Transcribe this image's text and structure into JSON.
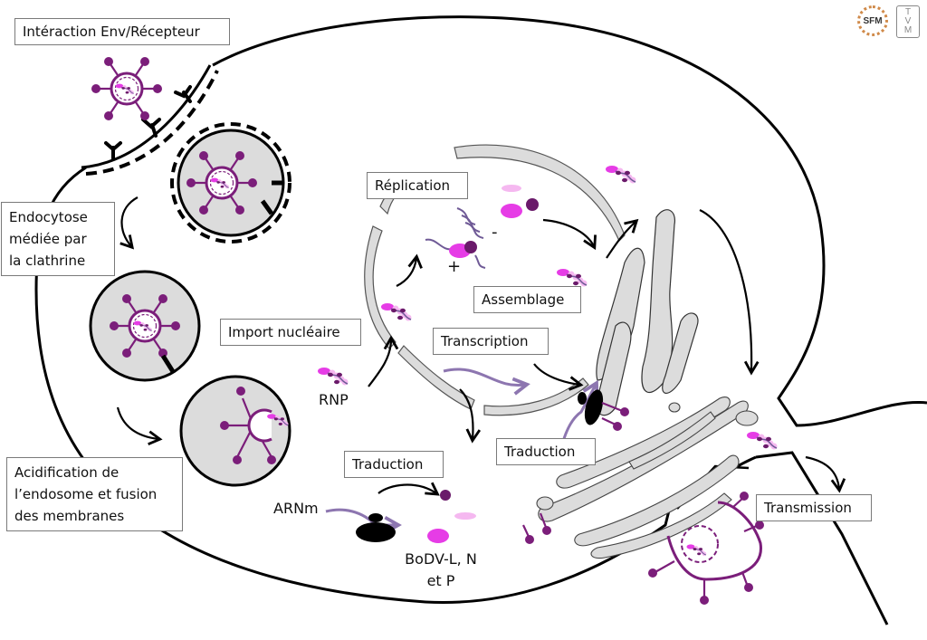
{
  "title": "Cycle de réplication du Bornavirus (BoDV)",
  "colors": {
    "virus_purple": "#7b1e7a",
    "bright_pink": "#e63ce6",
    "light_pink": "#f5b8f0",
    "dark_purple": "#6a1a6a",
    "rna_lavender": "#8d76b0",
    "organelle_gray": "#dcdcdc",
    "organelle_stroke": "#555555",
    "membrane_black": "#000000"
  },
  "labels": {
    "interaction": "Intéraction Env/Récepteur",
    "endocytose": [
      "Endocytose",
      "médiée par",
      "la clathrine"
    ],
    "acidification": [
      "Acidification de",
      "l’endosome et fusion",
      "des membranes"
    ],
    "import": "Import nucléaire",
    "replication": "Réplication",
    "assemblage": "Assemblage",
    "transcription": "Transcription",
    "traduction_er": "Traduction",
    "traduction_cyto": "Traduction",
    "transmission": "Transmission"
  },
  "annotations": {
    "rnp": "RNP",
    "arnm": "ARNm",
    "proteins": [
      "BoDV-L, N",
      "et P"
    ],
    "minus_strand": "-",
    "plus_strand": "+"
  },
  "logos": {
    "sfm": "SFM",
    "tvm": [
      "T",
      "V",
      "M"
    ]
  }
}
